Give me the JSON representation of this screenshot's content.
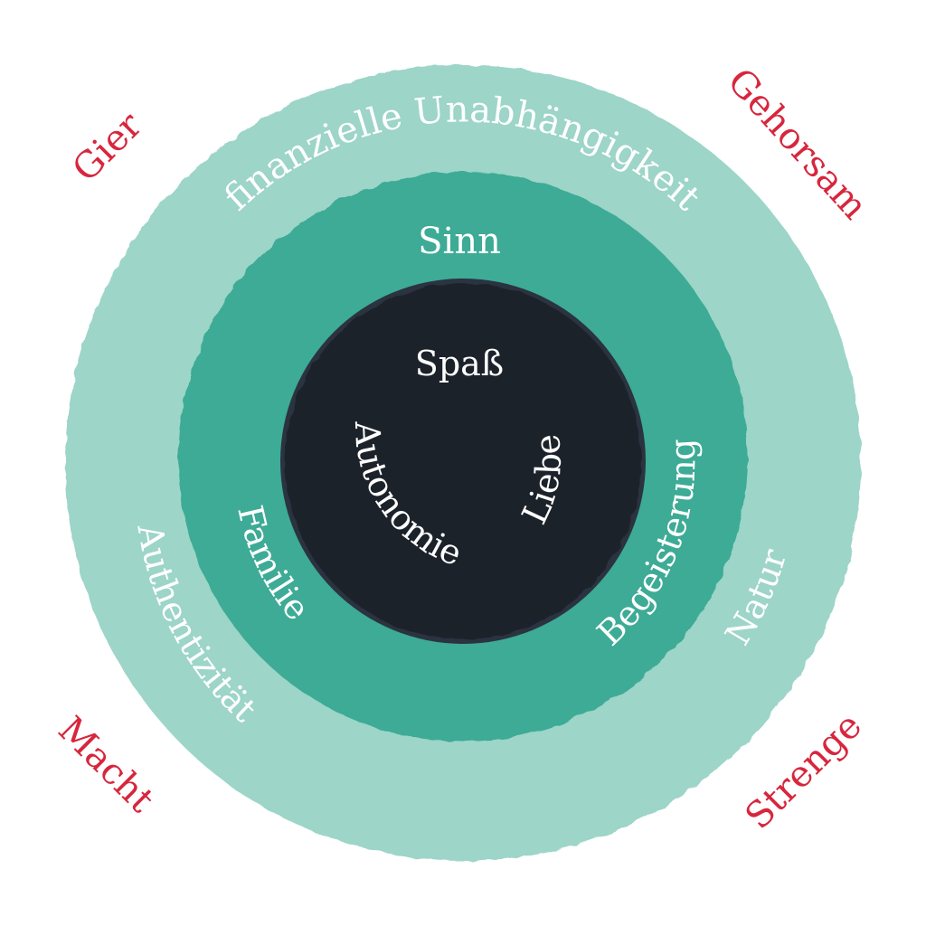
{
  "colors": {
    "outer_ring": "#9dd5c8",
    "middle_ring": "#3dab95",
    "core": "#1b222c",
    "core_edge": "#2b3340",
    "ring_text": "#ffffff",
    "outside_text": "#d7263d",
    "background": "#ffffff"
  },
  "core": {
    "labels": [
      "Spaß",
      "Autonomie",
      "Liebe"
    ]
  },
  "middle_ring": {
    "labels": [
      "Sinn",
      "Familie",
      "Begeisterung"
    ]
  },
  "outer_ring": {
    "labels": [
      "finanzielle Unabhängigkeit",
      "Authentizität",
      "Natur"
    ]
  },
  "outside": {
    "labels": [
      "Gier",
      "Gehorsam",
      "Macht",
      "Strenge"
    ]
  }
}
